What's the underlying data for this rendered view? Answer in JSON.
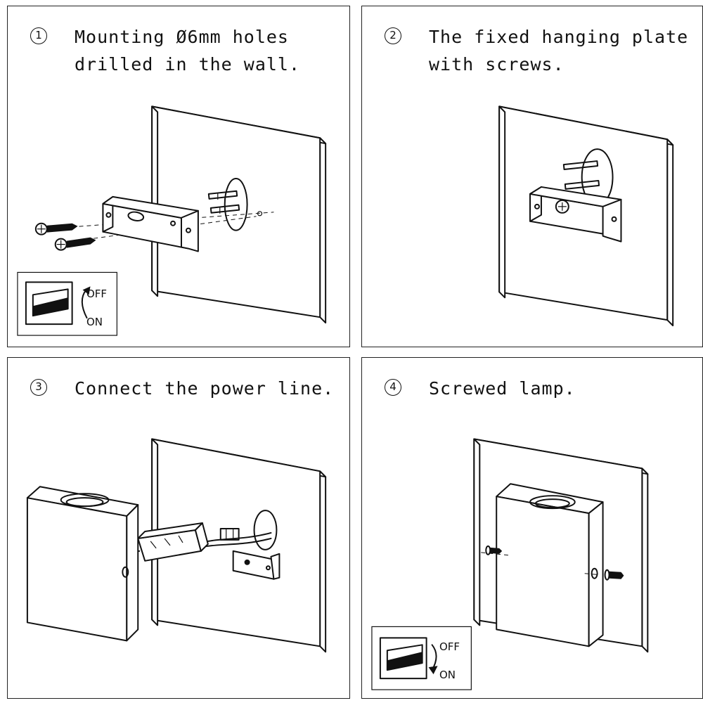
{
  "steps": [
    {
      "number": "1",
      "text": "Mounting Ø6mm holes\ndrilled in the wall."
    },
    {
      "number": "2",
      "text": "The fixed hanging plate\nwith screws."
    },
    {
      "number": "3",
      "text": "Connect the power line."
    },
    {
      "number": "4",
      "text": "Screwed lamp."
    }
  ],
  "switch": {
    "off_label": "OFF",
    "on_label": "ON"
  },
  "colors": {
    "line": "#111111",
    "background": "#ffffff"
  }
}
